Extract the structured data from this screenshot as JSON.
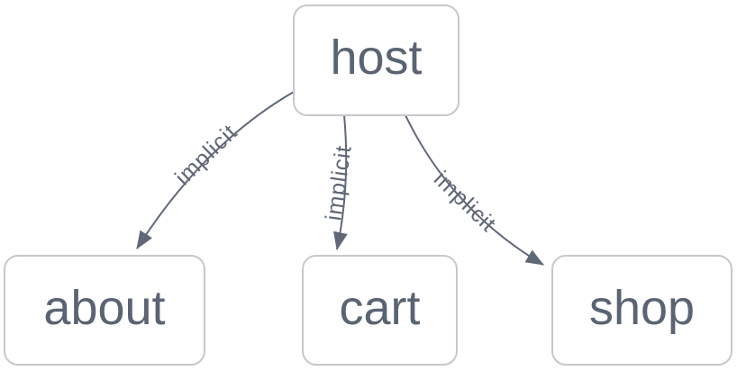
{
  "diagram": {
    "type": "graph",
    "direction": "top-down",
    "colors": {
      "background": "#ffffff",
      "node_fill": "#ffffff",
      "node_border": "#c7c8ca",
      "node_text": "#5a6472",
      "edge": "#5f6877",
      "edge_label_text": "#5f6877"
    },
    "nodes": [
      {
        "id": "host",
        "label": "host"
      },
      {
        "id": "about",
        "label": "about"
      },
      {
        "id": "cart",
        "label": "cart"
      },
      {
        "id": "shop",
        "label": "shop"
      }
    ],
    "edges": [
      {
        "from": "host",
        "to": "about",
        "label": "implicit"
      },
      {
        "from": "host",
        "to": "cart",
        "label": "implicit"
      },
      {
        "from": "host",
        "to": "shop",
        "label": "implicit"
      }
    ]
  }
}
